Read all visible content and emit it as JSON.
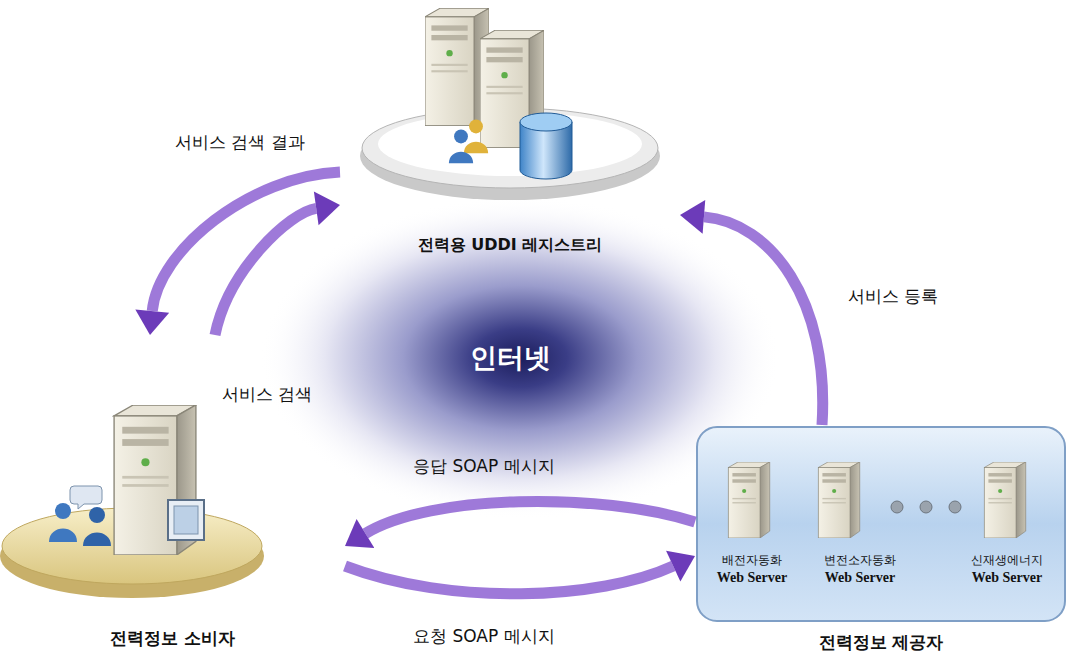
{
  "diagram": {
    "nodes": [
      {
        "text": [
          "전력용 UDDI 레지스트리"
        ]
      },
      {
        "text": [
          "전력정보 소비자"
        ]
      },
      {
        "text": [
          "전력정보 제공자"
        ]
      },
      {
        "text": [
          "배전자동화",
          "Web Server"
        ],
        "in": 2
      },
      {
        "text": [
          "변전소자동화",
          "Web Server"
        ],
        "in": 2
      },
      {
        "text": [
          "신재생에너지",
          "Web Server"
        ],
        "in": 2
      }
    ],
    "edges": [
      {
        "from": 1,
        "to": 0,
        "label": "서비스 검색",
        "arrow": "to"
      },
      {
        "from": 0,
        "to": 1,
        "label": "서비스 검색 결과",
        "arrow": "to"
      },
      {
        "from": 2,
        "to": 0,
        "label": "서비스 등록",
        "arrow": "to"
      },
      {
        "from": 2,
        "to": 1,
        "label": "응답 SOAP 메시지",
        "arrow": "to"
      },
      {
        "from": 1,
        "to": 2,
        "label": "요청 SOAP 메시지",
        "arrow": "to"
      }
    ],
    "labels": [
      "인터넷"
    ]
  }
}
